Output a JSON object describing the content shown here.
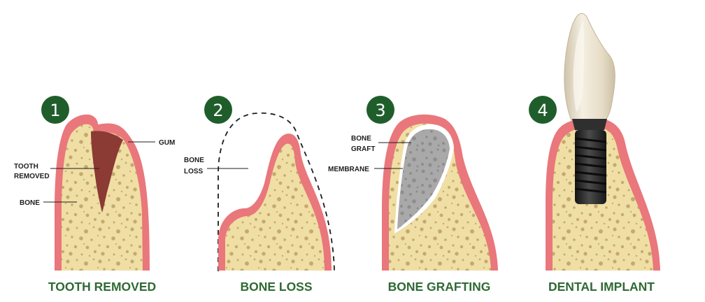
{
  "colors": {
    "gum": "#e9777b",
    "bone": "#efdfa4",
    "bone_pores": "#c7a96f",
    "socket": "#8b3a34",
    "graft": "#a9a9a9",
    "membrane": "#ffffff",
    "implant": "#2a2a2a",
    "crown": "#ece3cf",
    "badge": "#1f5e2b",
    "caption": "#2f6a34"
  },
  "panels": [
    {
      "number": "1",
      "caption": "TOOTH REMOVED",
      "labels": {
        "gum": "GUM",
        "tooth_removed_1": "TOOTH",
        "tooth_removed_2": "REMOVED",
        "bone": "BONE"
      }
    },
    {
      "number": "2",
      "caption": "BONE LOSS",
      "labels": {
        "bone_loss_1": "BONE",
        "bone_loss_2": "LOSS"
      }
    },
    {
      "number": "3",
      "caption": "BONE GRAFTING",
      "labels": {
        "bone_graft_1": "BONE",
        "bone_graft_2": "GRAFT",
        "membrane": "MEMBRANE"
      }
    },
    {
      "number": "4",
      "caption": "DENTAL IMPLANT",
      "labels": {}
    }
  ]
}
